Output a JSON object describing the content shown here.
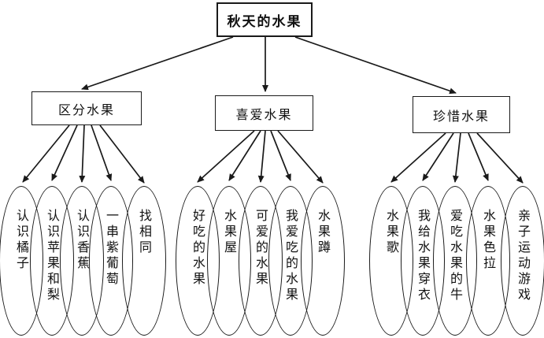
{
  "page": {
    "background_color": "#ffffff",
    "line_color": "#1a1a1a"
  },
  "root": {
    "label": "秋天的水果"
  },
  "branches": [
    {
      "label": "区分水果",
      "children": [
        "认识橘子",
        "认识苹果和梨",
        "认识香蕉",
        "一串紫葡萄",
        "找相同"
      ]
    },
    {
      "label": "喜爱水果",
      "children": [
        "好吃的水果",
        "水果屋",
        "可爱的水果",
        "我爱吃的水果",
        "水果蹲"
      ]
    },
    {
      "label": "珍惜水果",
      "children": [
        "水果歌",
        "我给水果穿衣",
        "爱吃水果的牛",
        "水果色拉",
        "亲子运动游戏"
      ]
    }
  ]
}
